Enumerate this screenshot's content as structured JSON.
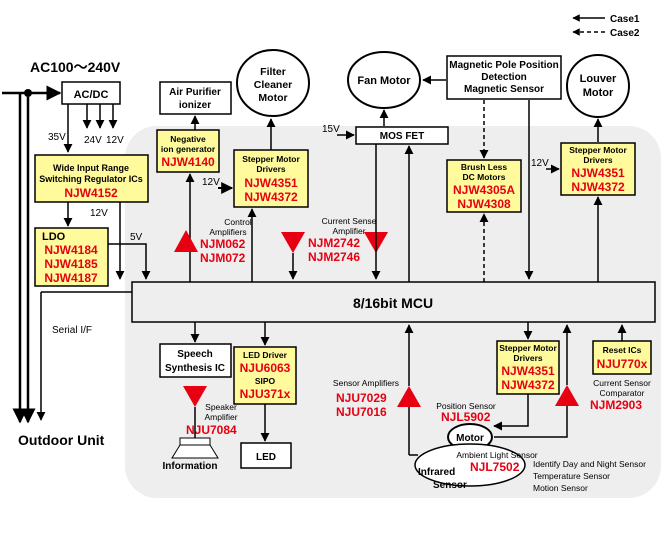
{
  "legend": {
    "case1": "Case1",
    "case2": "Case2"
  },
  "power": {
    "input": "AC100～240V",
    "acdc": "AC/DC",
    "v35": "35V",
    "v24": "24V",
    "v12a": "12V",
    "v12b": "12V",
    "v5": "5V",
    "v12_stepper": "12V",
    "v12_louver": "12V",
    "v15": "15V"
  },
  "regulator": {
    "line1": "Wide Input Range",
    "line2": "Switching Regulator ICs",
    "part": "NJW4152"
  },
  "ldo": {
    "title": "LDO",
    "parts": [
      "NJW4184",
      "NJW4185",
      "NJW4187"
    ]
  },
  "outdoor_unit": "Outdoor Unit",
  "serial_if": "Serial I/F",
  "air_purifier": {
    "line1": "Air Purifier",
    "line2": "ionizer"
  },
  "ion_generator": {
    "line1": "Negative",
    "line2": "ion generator",
    "part": "NJW4140"
  },
  "filter_motor": {
    "line1": "Filter",
    "line2": "Cleaner",
    "line3": "Motor"
  },
  "stepper_filter": {
    "line1": "Stepper Motor",
    "line2": "Drivers",
    "parts": [
      "NJW4351",
      "NJW4372"
    ]
  },
  "control_amp": {
    "line1": "Control",
    "line2": "Amplifiers",
    "parts": [
      "NJM062",
      "NJM072"
    ]
  },
  "current_sense": {
    "line1": "Current Sense",
    "line2": "Amplifier",
    "parts": [
      "NJM2742",
      "NJM2746"
    ]
  },
  "fan_motor": "Fan Motor",
  "mosfet": "MOS FET",
  "magnetic": {
    "line1": "Magnetic Pole Position",
    "line2": "Detection",
    "line3": "Magnetic Sensor"
  },
  "brushless": {
    "line1": "Brush Less",
    "line2": "DC Motors",
    "parts": [
      "NJW4305A",
      "NJW4308"
    ]
  },
  "louver_motor": {
    "line1": "Louver",
    "line2": "Motor"
  },
  "stepper_louver": {
    "line1": "Stepper Motor",
    "line2": "Drivers",
    "parts": [
      "NJW4351",
      "NJW4372"
    ]
  },
  "mcu": "8/16bit MCU",
  "speech": {
    "line1": "Speech",
    "line2": "Synthesis IC"
  },
  "speaker_amp": {
    "line1": "Speaker",
    "line2": "Amplifier",
    "part": "NJU7084"
  },
  "information": "Information",
  "led_driver": {
    "title": "LED Driver",
    "part1": "NJU6063",
    "sipo": "SIPO",
    "part2": "NJU371x"
  },
  "led": "LED",
  "sensor_amp": {
    "title": "Sensor Amplifiers",
    "parts": [
      "NJU7029",
      "NJU7016"
    ]
  },
  "position_sensor": {
    "title": "Position Sensor",
    "part": "NJL5902"
  },
  "motor": "Motor",
  "ambient": {
    "title": "Ambient Light Sensor",
    "part": "NJL7502"
  },
  "infrared": {
    "line1": "Infrared",
    "line2": "Sensor"
  },
  "identify": {
    "line1": "Identify Day and Night Sensor",
    "line2": "Temperature Sensor",
    "line3": "Motion Sensor"
  },
  "stepper_bottom": {
    "line1": "Stepper Motor",
    "line2": "Drivers",
    "parts": [
      "NJW4351",
      "NJW4372"
    ]
  },
  "current_sensor": {
    "line1": "Current Sensor",
    "line2": "Comparator",
    "part": "NJM2903"
  },
  "reset": {
    "title": "Reset ICs",
    "part": "NJU770x"
  }
}
